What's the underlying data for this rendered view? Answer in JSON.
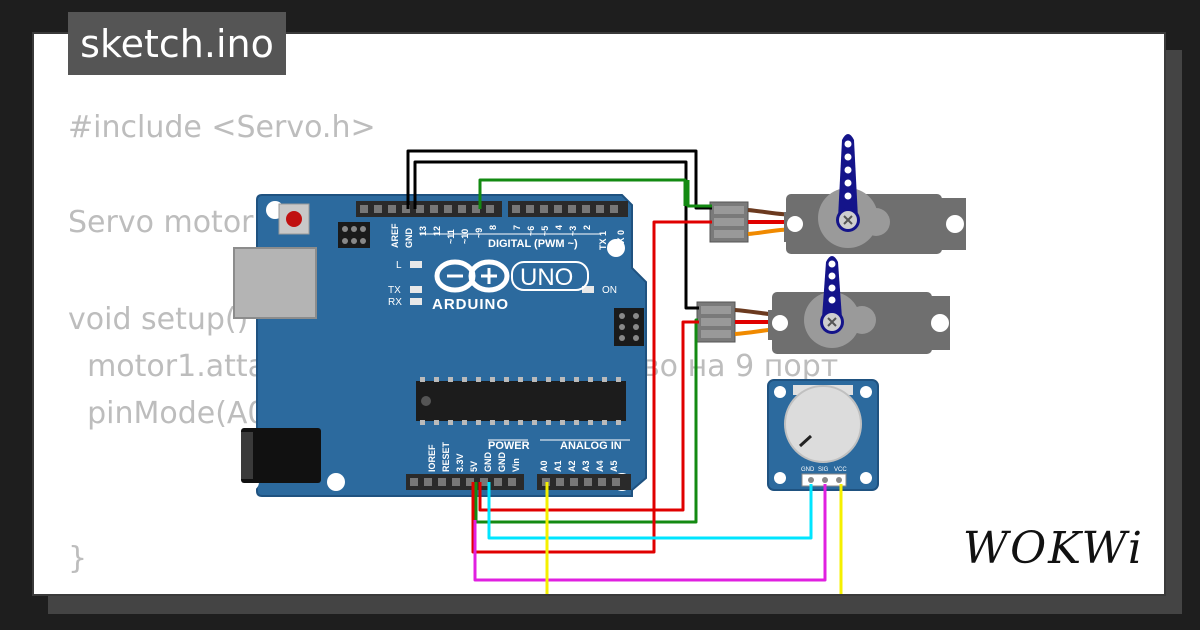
{
  "file_tab": {
    "label": "sketch.ino"
  },
  "code_lines": [
    "#include <Servo.h>",
    "Servo motor",
    "void setup()",
    "  motor1.atta",
    "  pinMode(A0",
    "}",
    "во на 9 порт"
  ],
  "board": {
    "brand": "ARDUINO",
    "model": "UNO",
    "digital_header": "DIGITAL (PWM ~)",
    "power_header": "POWER",
    "analog_header": "ANALOG IN",
    "led_l": "L",
    "led_tx": "TX",
    "led_rx": "RX",
    "led_on": "ON",
    "digital_pins": [
      "AREF",
      "GND",
      "13",
      "12",
      "~11",
      "~10",
      "~9",
      "8",
      "7",
      "~6",
      "~5",
      "4",
      "~3",
      "2",
      "TX 1",
      "RX 0"
    ],
    "power_pins": [
      "IOREF",
      "RESET",
      "3.3V",
      "5V",
      "GND",
      "GND",
      "Vin"
    ],
    "analog_pins": [
      "A0",
      "A1",
      "A2",
      "A3",
      "A4",
      "A5"
    ]
  },
  "potentiometer": {
    "pins": [
      "GND",
      "SIG",
      "VCC"
    ]
  },
  "brand_logo": "WOKWi",
  "colors": {
    "board": "#2c6a9e",
    "wire_black": "#000000",
    "wire_green": "#138a12",
    "wire_red": "#e00000",
    "wire_cyan": "#00e5ff",
    "wire_magenta": "#e020e0",
    "wire_yellow": "#f5f000",
    "servo_body": "#6f6f6f",
    "servo_horn": "#14148a"
  }
}
